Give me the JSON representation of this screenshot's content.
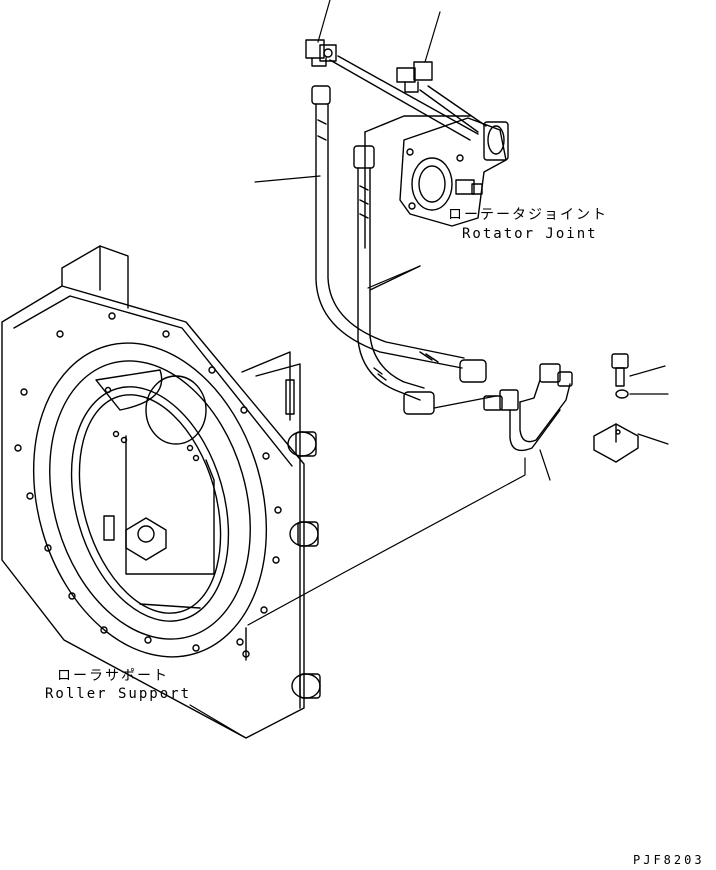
{
  "labels": {
    "rotator_joint_jp": "ローテータジョイント",
    "rotator_joint_en": "Rotator Joint",
    "roller_support_jp": "ローラサポート",
    "roller_support_en": "Roller Support",
    "drawing_code": "PJF8203"
  }
}
